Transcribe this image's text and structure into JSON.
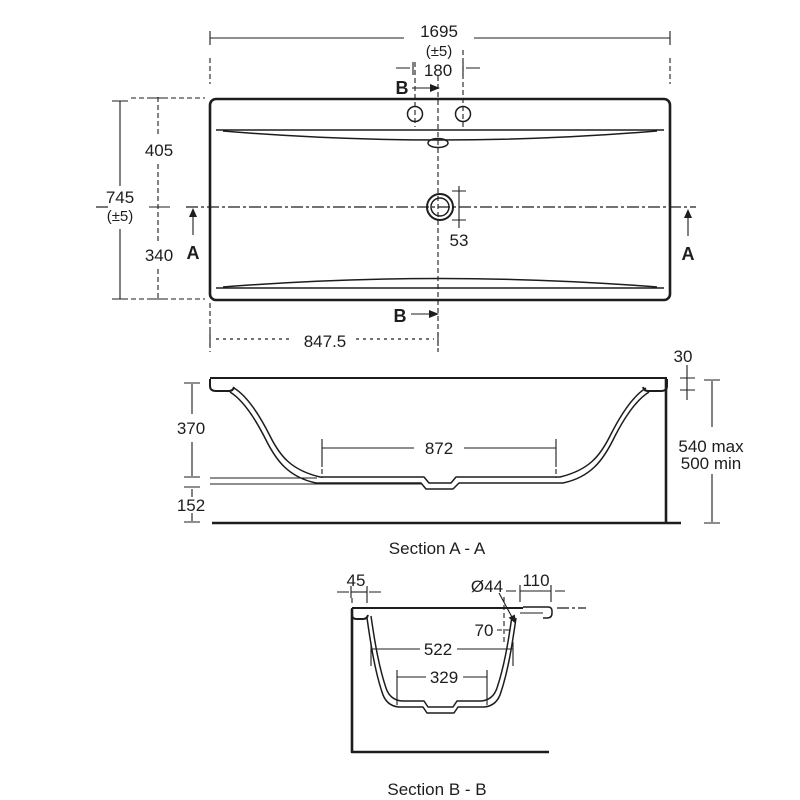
{
  "colors": {
    "background": "#ffffff",
    "line": "#1d1d1d"
  },
  "plan_view": {
    "overall_width": "1695",
    "overall_width_tolerance": "(±5)",
    "tap_hole_spacing": "180",
    "overall_depth": "745",
    "overall_depth_tolerance": "(±5)",
    "front_to_centre": "405",
    "centre_to_back": "340",
    "waste_dim": "53",
    "waste_centre_from_end": "847.5",
    "section_a_marker": "A",
    "section_b_marker": "B"
  },
  "section_aa": {
    "caption": "Section A - A",
    "internal_depth": "370",
    "flat_bottom_length": "872",
    "underside_clearance": "152",
    "rim_thickness": "30",
    "height_max": "540 max",
    "height_min": "500 min"
  },
  "section_bb": {
    "caption": "Section B - B",
    "rim_width_left": "45",
    "overflow_diameter": "Ø44",
    "rim_width_right": "110",
    "overflow_centre_depth": "70",
    "internal_width_top": "522",
    "internal_width_bottom": "329"
  }
}
